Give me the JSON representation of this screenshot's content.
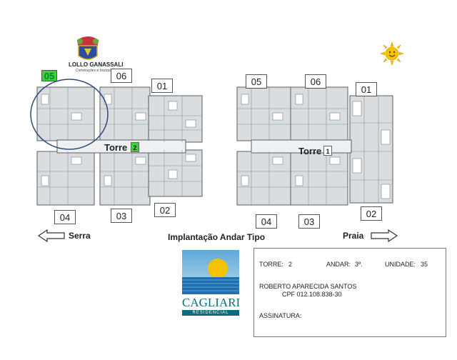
{
  "logo": {
    "name": "LOLLO GANASSALI",
    "tagline": "Construções e Incorporações"
  },
  "brand": {
    "name": "CAGLIARI",
    "sub": "RESIDENCIAL"
  },
  "tower2": {
    "label": "Torre",
    "number": "2",
    "units": {
      "u05": "05",
      "u06": "06",
      "u01": "01",
      "u04": "04",
      "u03": "03",
      "u02": "02"
    },
    "highlighted_unit": "05"
  },
  "tower1": {
    "label": "Torre",
    "number": "1",
    "units": {
      "u05": "05",
      "u06": "06",
      "u01": "01",
      "u04": "04",
      "u03": "03",
      "u02": "02"
    }
  },
  "directions": {
    "left": "Serra",
    "right": "Praia"
  },
  "title": "Implantação Andar Tipo",
  "info": {
    "torre_label": "TORRE:",
    "torre_value": "2",
    "andar_label": "ANDAR:",
    "andar_value": "3º.",
    "unidade_label": "UNIDADE:",
    "unidade_value": "35",
    "owner_name": "ROBERTO APARECIDA SANTOS",
    "owner_cpf": "CPF 012.108.838-30",
    "signature_label": "ASSINATURA:"
  },
  "colors": {
    "highlight": "#3fd13a",
    "circle": "#2c4a7a",
    "sun": "#f5c200",
    "sea": "#1e6fb0"
  },
  "icons": [
    "smiling-sun-icon",
    "left-arrow-icon",
    "right-arrow-icon",
    "crest-logo-icon"
  ]
}
